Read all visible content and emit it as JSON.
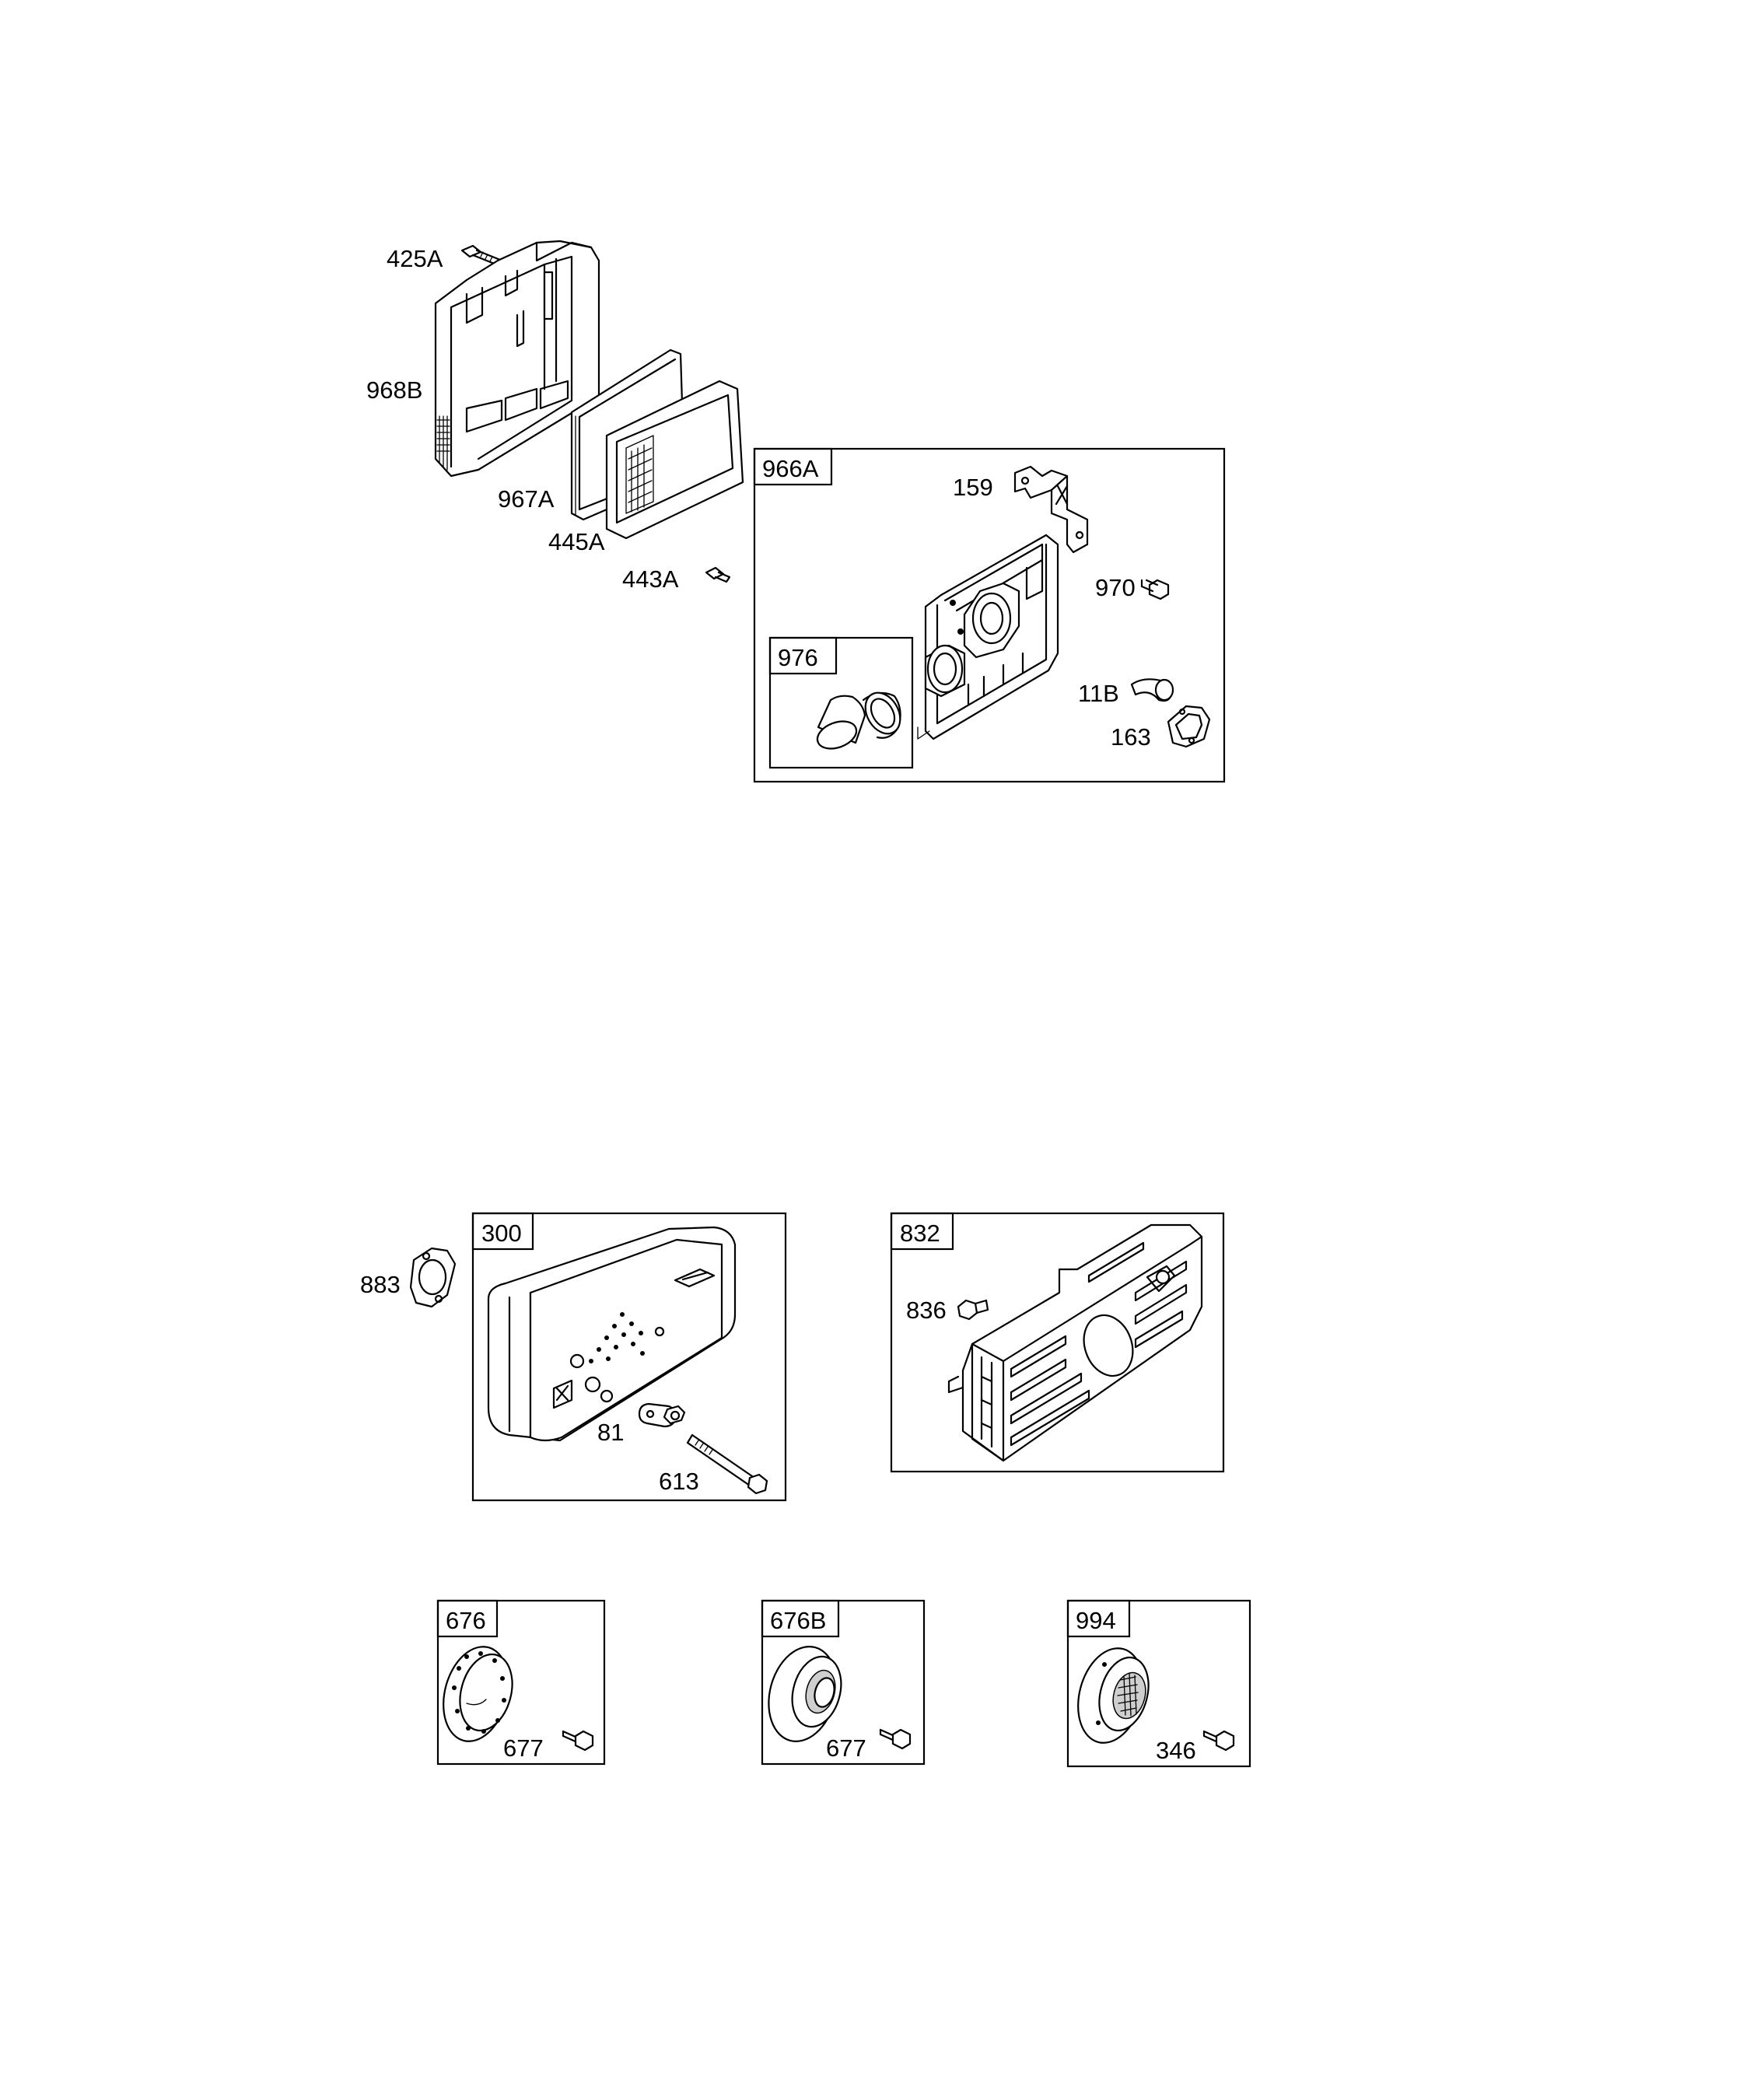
{
  "parts": {
    "p425A": "425A",
    "p968B": "968B",
    "p967A": "967A",
    "p445A": "445A",
    "p443A": "443A",
    "p159": "159",
    "p970": "970",
    "p11B": "11B",
    "p163": "163",
    "p883": "883",
    "p81": "81",
    "p613": "613",
    "p836": "836",
    "p677a": "677",
    "p677b": "677",
    "p346": "346"
  },
  "boxes": {
    "b966A": "966A",
    "b976": "976",
    "b300": "300",
    "b832": "832",
    "b676": "676",
    "b676B": "676B",
    "b994": "994"
  }
}
